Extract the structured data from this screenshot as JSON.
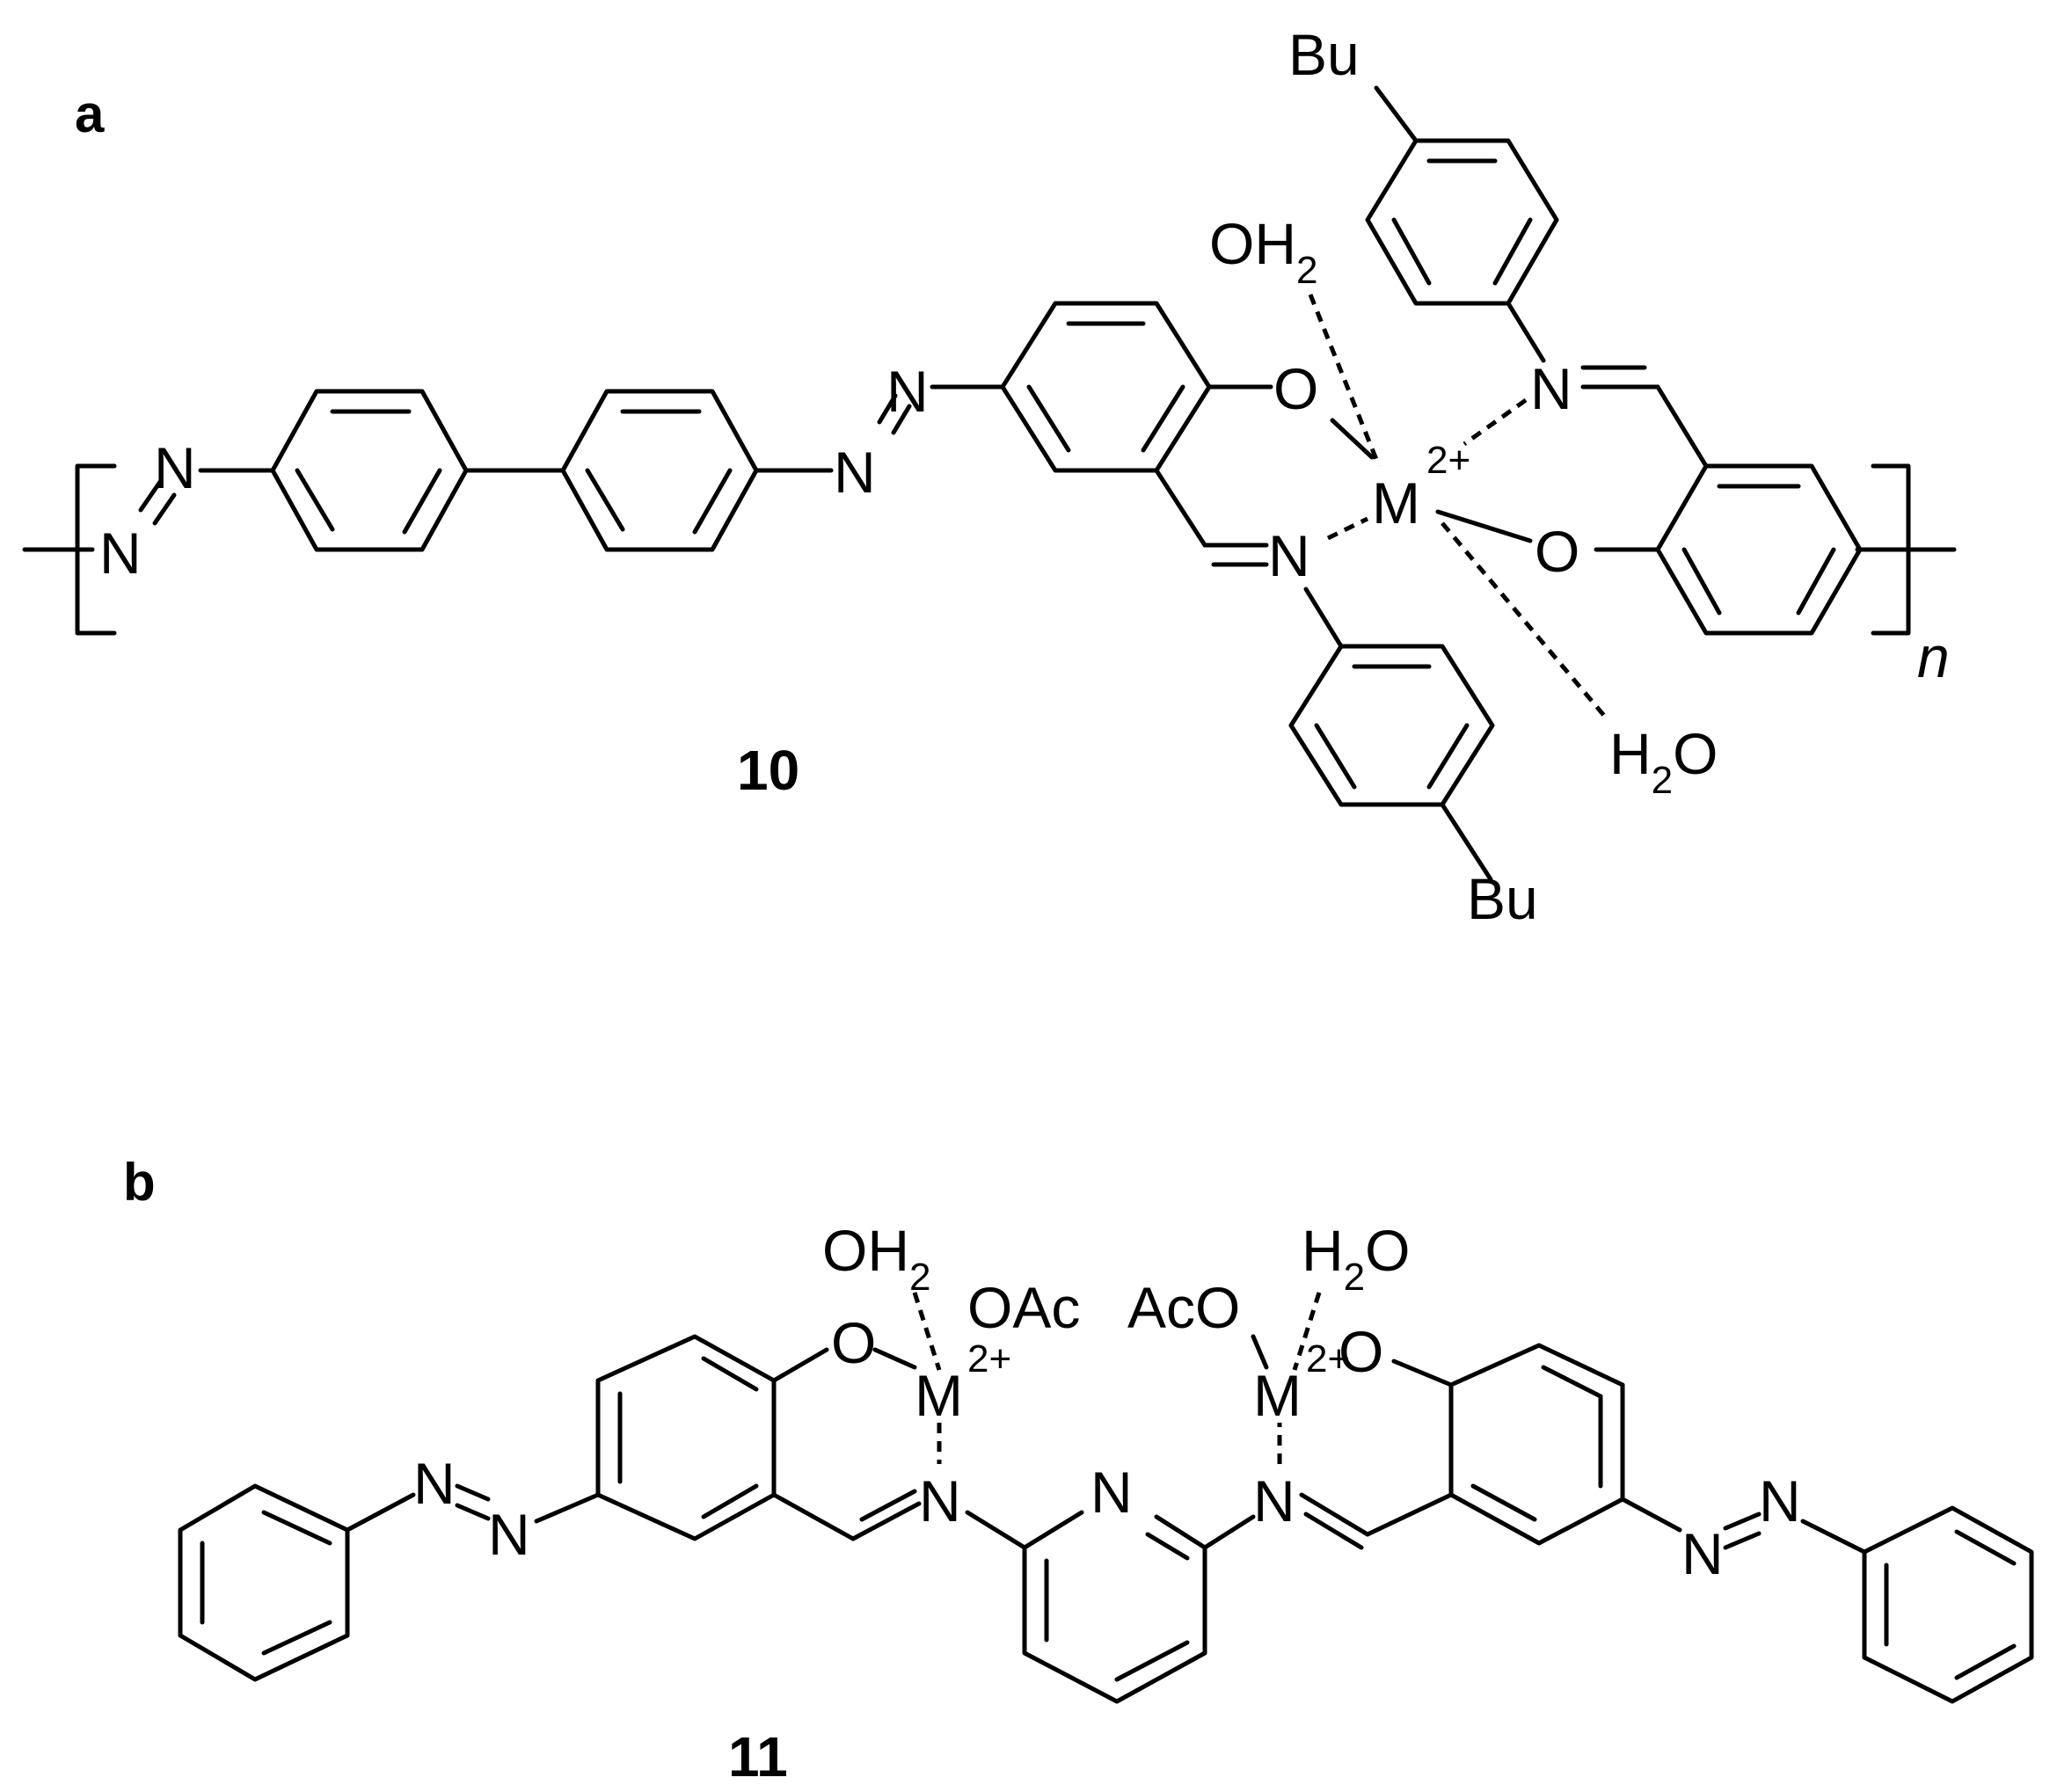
{
  "panels": {
    "a": {
      "label": "a",
      "compound": "10",
      "atoms": {
        "azo_n_top_left": "N",
        "azo_n_bottom_left": "N",
        "azo_n_top_mid": "N",
        "azo_n_bottom_mid": "N",
        "phenol_o_left": "O",
        "imine_n_lower": "N",
        "metal": "M",
        "metal_charge": "2+",
        "aqua_top_main": "OH",
        "aqua_top_sub": "2",
        "aqua_bottom_pre": "H",
        "aqua_bottom_sub": "2",
        "aqua_bottom_post": "O",
        "imine_n_upper": "N",
        "phenol_o_right": "O",
        "bu_top": "Bu",
        "bu_bottom": "Bu",
        "repeat_n": "n"
      }
    },
    "b": {
      "label": "b",
      "compound": "11",
      "atoms": {
        "azo_n_left_1": "N",
        "azo_n_left_2": "N",
        "phenol_o_left": "O",
        "metal_left": "M",
        "metal_left_charge": "2+",
        "aqua_left_main": "OH",
        "aqua_left_sub": "2",
        "oac_left": "OAc",
        "imine_n_left": "N",
        "pyridine_n": "N",
        "imine_n_right": "N",
        "metal_right": "M",
        "metal_right_charge": "2+",
        "oac_right": "AcO",
        "aqua_right_pre": "H",
        "aqua_right_sub": "2",
        "aqua_right_post": "O",
        "phenol_o_right": "O",
        "azo_n_right_1": "N",
        "azo_n_right_2": "N"
      }
    }
  }
}
